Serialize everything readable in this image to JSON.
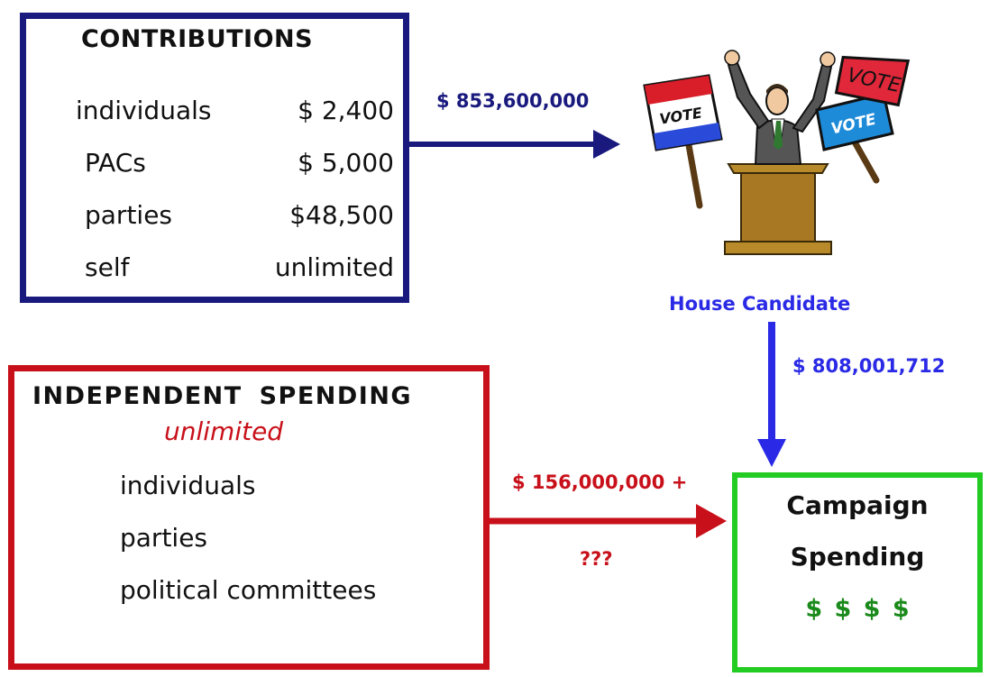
{
  "contributions": {
    "title": "CONTRIBUTIONS",
    "rows": [
      {
        "label": "individuals",
        "value": "$  2,400"
      },
      {
        "label": "PACs",
        "value": "$  5,000"
      },
      {
        "label": "parties",
        "value": "$48,500"
      },
      {
        "label": "self",
        "value": "unlimited"
      }
    ]
  },
  "flows": {
    "contributions_to_candidate": "$ 853,600,000",
    "candidate_to_spending": "$ 808,001,712",
    "independent_to_spending": "$ 156,000,000 +",
    "independent_unknown": "???"
  },
  "candidate": {
    "label": "House Candidate",
    "signs": [
      "VOTE",
      "VOTE",
      "VOTE"
    ]
  },
  "independent_spending": {
    "title": "INDEPENDENT  SPENDING",
    "subtitle": "unlimited",
    "items": [
      "individuals",
      "parties",
      "political committees"
    ]
  },
  "campaign_spending": {
    "line1": "Campaign",
    "line2": "Spending",
    "dollars": "$ $ $ $"
  },
  "colors": {
    "navy": "#1a1a7e",
    "blue": "#2a2ae6",
    "red": "#c8101a",
    "green": "#22cc22",
    "dark_green": "#1a8a1a"
  }
}
